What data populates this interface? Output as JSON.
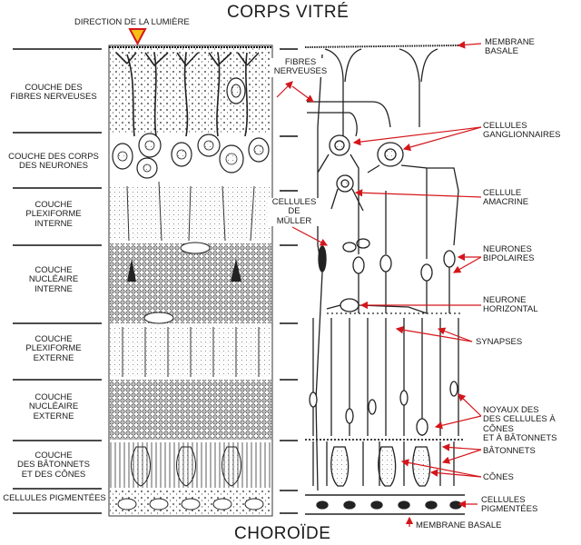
{
  "title_top": "CORPS VITRÉ",
  "title_bottom": "CHOROÏDE",
  "light_direction": "DIRECTION DE LA LUMIÈRE",
  "colors": {
    "arrow_red": "#d4161b",
    "light_arrow_fill": "#f6c017",
    "ink": "#1a1a1a"
  },
  "layers": [
    "COUCHE DES\nFIBRES NERVEUSES",
    "COUCHE DES CORPS\nDES NEURONES",
    "COUCHE\nPLEXIFORME\nINTERNE",
    "COUCHE\nNUCLÉAIRE\nINTERNE",
    "COUCHE\nPLEXIFORME\nEXTERNE",
    "COUCHE\nNUCLÉAIRE\nEXTERNE",
    "COUCHE\nDES BÂTONNETS\nET DES CÔNES",
    "CELLULES PIGMENTÉES"
  ],
  "center_labels": {
    "fibres": "FIBRES\nNERVEUSES",
    "muller": "CELLULES\nDE\nMÜLLER"
  },
  "right_labels": {
    "membrane_basale_top": "MEMBRANE\nBASALE",
    "ganglionnaires": "CELLULES\nGANGLIONNAIRES",
    "amacrine": "CELLULE\nAMACRINE",
    "bipolaires": "NEURONES\nBIPOLAIRES",
    "horizontal": "NEURONE\nHORIZONTAL",
    "synapses": "SYNAPSES",
    "noyaux": "NOYAUX DES\nDES CELLULES À CÔNES\nET À BÂTONNETS",
    "batonnets": "BÂTONNETS",
    "cones": "CÔNES",
    "pigmentees": "CELLULES\nPIGMENTÉES",
    "membrane_basale_bottom": "MEMBRANE BASALE"
  }
}
